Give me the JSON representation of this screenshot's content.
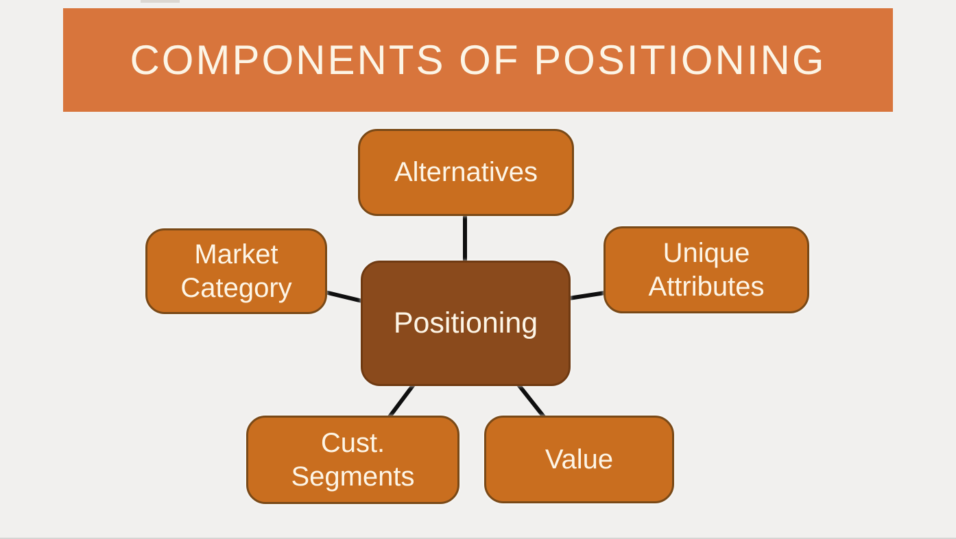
{
  "slide": {
    "title": "COMPONENTS OF POSITIONING"
  },
  "diagram": {
    "center": {
      "id": "positioning",
      "label": "Positioning"
    },
    "nodes": [
      {
        "id": "alternatives",
        "label": "Alternatives",
        "position": "top"
      },
      {
        "id": "market-category",
        "label": "Market\nCategory",
        "position": "left"
      },
      {
        "id": "unique-attributes",
        "label": "Unique\nAttributes",
        "position": "right"
      },
      {
        "id": "cust-segments",
        "label": "Cust.\nSegments",
        "position": "bottom-left"
      },
      {
        "id": "value",
        "label": "Value",
        "position": "bottom-right"
      }
    ]
  },
  "colors": {
    "page_bg": "#f1f0ee",
    "banner_bg": "#d8753c",
    "title_color": "#fcf5e6",
    "node_fill": "#c96e1f",
    "node_border": "#794917",
    "node_text": "#fdf5e6",
    "center_fill": "#8a4a1c",
    "center_border": "#6f3a12",
    "connector": "#0f0f0f",
    "bottom_edge": "#d6d5d3"
  }
}
